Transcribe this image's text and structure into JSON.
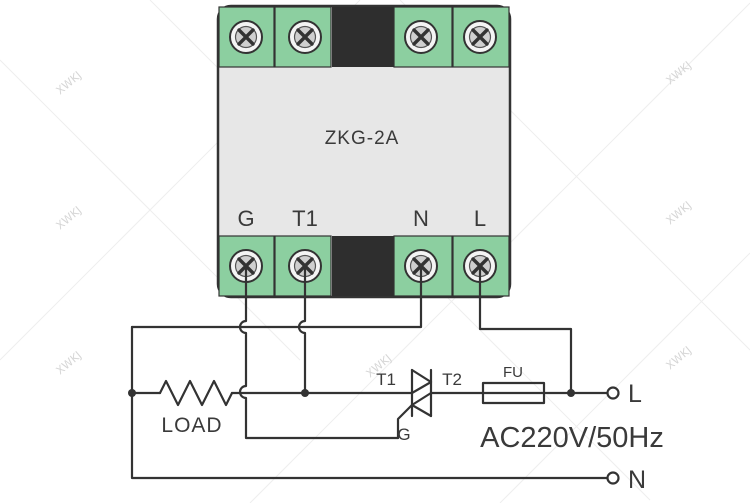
{
  "device": {
    "model": "ZKG-2A",
    "terminal_labels": [
      "G",
      "T1",
      "N",
      "L"
    ]
  },
  "circuit": {
    "load_label": "LOAD",
    "triac_t1_label": "T1",
    "triac_t2_label": "T2",
    "triac_gate_label": "G",
    "fuse_label": "FU",
    "supply_label": "AC220V/50Hz",
    "line_terminal_label": "L",
    "neutral_terminal_label": "N"
  },
  "watermark_text": "XWKJ",
  "colors": {
    "terminal_green": "#8ccfa0",
    "body_gray": "#e7e7e7",
    "outline": "#333333",
    "separator": "#2e2e2e"
  }
}
